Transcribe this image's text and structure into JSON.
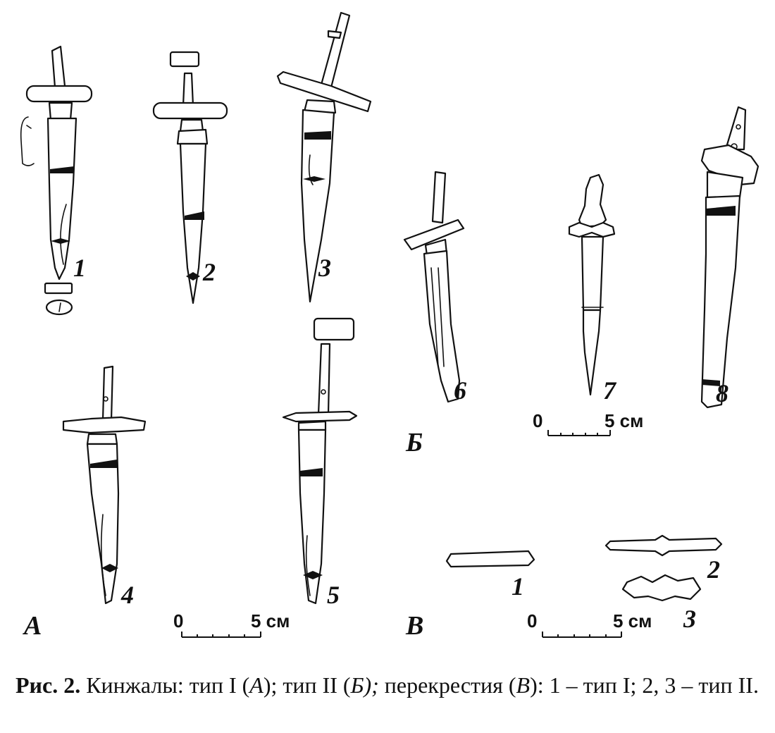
{
  "figure": {
    "labels": {
      "d1": "1",
      "d2": "2",
      "d3": "3",
      "d4": "4",
      "d5": "5",
      "d6": "6",
      "d7": "7",
      "d8": "8",
      "c1": "1",
      "c2": "2",
      "c3": "3"
    },
    "groups": {
      "a": "А",
      "b": "Б",
      "v": "В"
    },
    "scale": {
      "zero": "0",
      "five": "5 см"
    }
  },
  "caption": {
    "prefix": "Рис. 2.",
    "t1": " Кинжалы: тип I (",
    "a": "А",
    "t2": "); тип II (",
    "b": "Б);",
    "t3": " перекрестия (",
    "v": "В",
    "t4": "): 1 – тип I; 2, 3 – тип II."
  }
}
